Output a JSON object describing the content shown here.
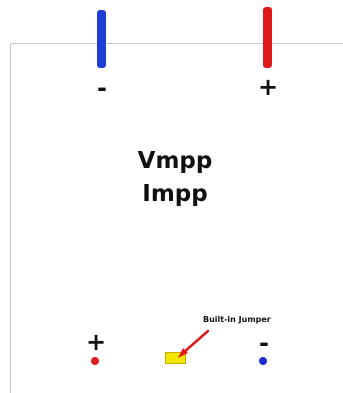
{
  "diagram": {
    "title_line1": "Vmpp",
    "title_line2": "Impp",
    "top_negative_sign": "-",
    "top_positive_sign": "+",
    "bottom_positive_sign": "+",
    "bottom_negative_sign": "-",
    "jumper_label": "Built-in Jumper"
  },
  "colors": {
    "negative_lead": "#1f3ed8",
    "positive_lead": "#e01a1a",
    "positive_dot": "#e01a1a",
    "negative_dot": "#1d2fd0",
    "jumper": "#f3e600",
    "arrow": "#e01a1a"
  }
}
